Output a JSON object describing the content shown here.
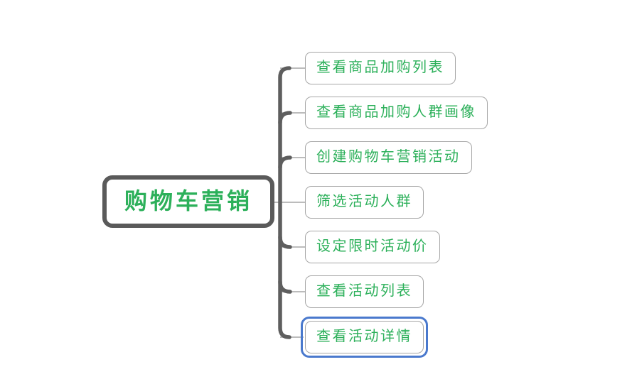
{
  "mindmap": {
    "root": {
      "label": "购物车营销"
    },
    "children": [
      {
        "label": "查看商品加购列表",
        "selected": false
      },
      {
        "label": "查看商品加购人群画像",
        "selected": false
      },
      {
        "label": "创建购物车营销活动",
        "selected": false
      },
      {
        "label": "筛选活动人群",
        "selected": false
      },
      {
        "label": "设定限时活动价",
        "selected": false
      },
      {
        "label": "查看活动列表",
        "selected": false
      },
      {
        "label": "查看活动详情",
        "selected": true
      }
    ]
  },
  "colors": {
    "node_text_green": "#2cb05a",
    "root_border_gray": "#5a5a5a",
    "child_border_gray": "#a6a6a6",
    "connector_dark": "#5e5e5e",
    "connector_light": "#a6a6a6",
    "selection_blue": "#4a79cd",
    "background": "#ffffff"
  }
}
